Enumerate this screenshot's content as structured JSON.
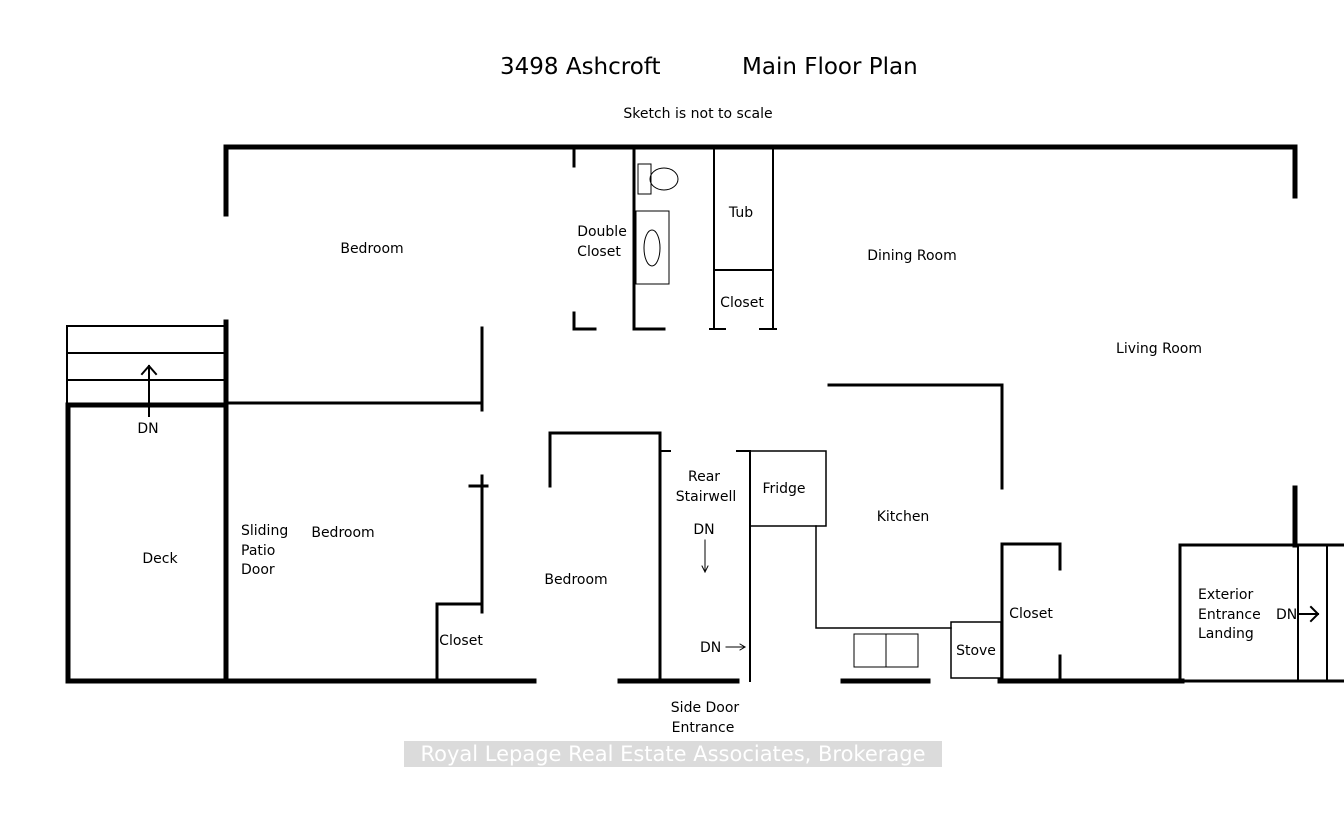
{
  "header": {
    "address": "3498 Ashcroft",
    "plan_title": "Main Floor Plan",
    "note": "Sketch is not to scale"
  },
  "rooms": {
    "bedroom_top": "Bedroom",
    "double_closet_l1": "Double",
    "double_closet_l2": "Closet",
    "tub": "Tub",
    "closet_bath": "Closet",
    "dining_room": "Dining Room",
    "living_room": "Living Room",
    "dn_left": "DN",
    "deck": "Deck",
    "sliding_l1": "Sliding",
    "sliding_l2": "Patio",
    "sliding_l3": "Door",
    "bedroom_left": "Bedroom",
    "bedroom_mid": "Bedroom",
    "closet_left": "Closet",
    "rear_l1": "Rear",
    "rear_l2": "Stairwell",
    "dn_stair": "DN",
    "dn_side": "DN",
    "fridge": "Fridge",
    "kitchen": "Kitchen",
    "stove": "Stove",
    "closet_kitchen": "Closet",
    "ext_l1": "Exterior",
    "ext_l2": "Entrance",
    "ext_l3": "Landing",
    "dn_ext": "DN",
    "side_l1": "Side Door",
    "side_l2": "Entrance"
  },
  "watermark": "Royal Lepage Real Estate Associates, Brokerage"
}
